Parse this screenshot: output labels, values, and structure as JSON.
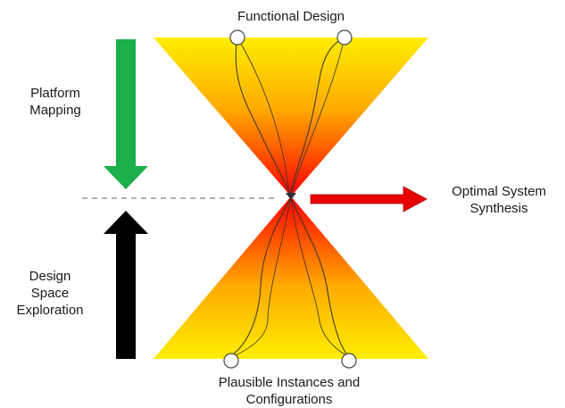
{
  "labels": {
    "top": "Functional Design",
    "left_top_line1": "Platform",
    "left_top_line2": "Mapping",
    "right_line1": "Optimal System",
    "right_line2": "Synthesis",
    "left_bottom_line1": "Design",
    "left_bottom_line2": "Space",
    "left_bottom_line3": "Exploration",
    "bottom_line1": "Plausible Instances and",
    "bottom_line2": "Configurations"
  },
  "colors": {
    "cone_outer": "#ffee00",
    "cone_mid": "#ff9900",
    "cone_center": "#ff0000",
    "arrow_down": "#1bb04a",
    "arrow_up": "#000000",
    "arrow_right": "#e60000",
    "dashed_line": "#808080",
    "path_stroke": "#333333"
  }
}
